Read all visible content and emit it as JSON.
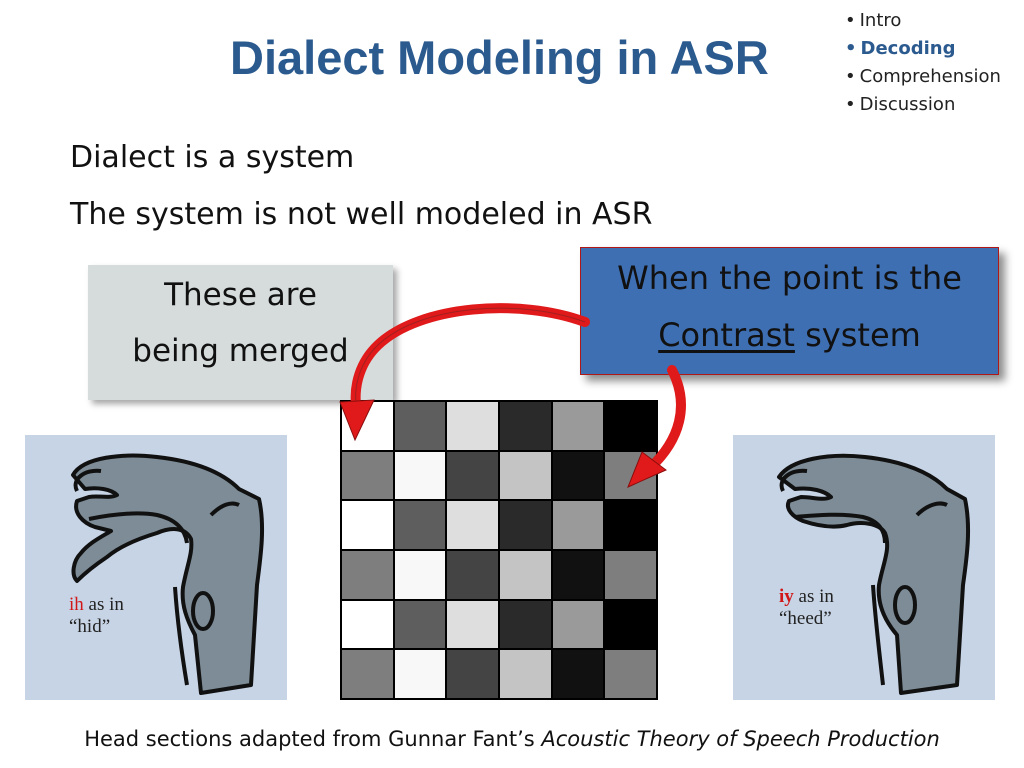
{
  "title": "Dialect Modeling in ASR",
  "nav": {
    "items": [
      "Intro",
      "Decoding",
      "Comprehension",
      "Discussion"
    ],
    "active": "Decoding",
    "bullet": "•"
  },
  "bullets": [
    "Dialect is a system",
    "The system is not well modeled in ASR"
  ],
  "merged_box": {
    "line1": "These are",
    "line2": "being merged"
  },
  "contrast_box": {
    "line1": "When the point is the",
    "underlined": "Contrast",
    "rest": " system"
  },
  "grid": {
    "rows": [
      [
        "#ffffff",
        "#5e5e5e",
        "#dedede",
        "#2a2a2a",
        "#9a9a9a",
        "#000000"
      ],
      [
        "#7e7e7e",
        "#f8f8f8",
        "#444444",
        "#c4c4c4",
        "#111111",
        "#7e7e7e"
      ],
      [
        "#ffffff",
        "#5e5e5e",
        "#dedede",
        "#2a2a2a",
        "#9a9a9a",
        "#000000"
      ],
      [
        "#7e7e7e",
        "#f8f8f8",
        "#444444",
        "#c4c4c4",
        "#111111",
        "#7e7e7e"
      ],
      [
        "#ffffff",
        "#5e5e5e",
        "#dedede",
        "#2a2a2a",
        "#9a9a9a",
        "#000000"
      ],
      [
        "#7e7e7e",
        "#f8f8f8",
        "#444444",
        "#c4c4c4",
        "#111111",
        "#7e7e7e"
      ]
    ]
  },
  "left_head": {
    "phone": "ih",
    "text": " as in",
    "word": "“hid”"
  },
  "right_head": {
    "phone": "iy",
    "text": " as in",
    "word": "“heed”"
  },
  "footer": {
    "prefix": "Head sections adapted from Gunnar Fant’s ",
    "book": "Acoustic Theory of Speech Production"
  },
  "colors": {
    "title": "#2b5a8f",
    "contrast_fill": "#3f6fb3",
    "contrast_border": "#b01818",
    "merged_fill": "#d6dcdc",
    "arrow": "#e01a1a",
    "head_bg": "#c7d4e5",
    "head_shape": "#7d8c96"
  }
}
